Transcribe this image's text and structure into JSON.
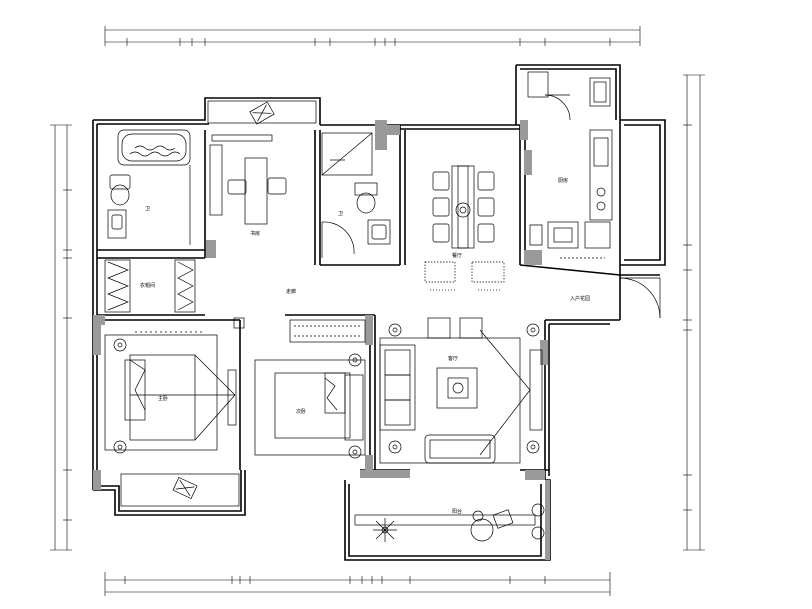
{
  "rooms": {
    "bath1": "卫",
    "study": "书房",
    "bath2": "卫",
    "dining": "餐厅",
    "kitchen": "厨房",
    "cloak": "衣帽间",
    "corridor": "走廊",
    "master": "主卧",
    "second": "次卧",
    "living": "客厅",
    "entry": "入户花园",
    "balcony": "阳台"
  }
}
